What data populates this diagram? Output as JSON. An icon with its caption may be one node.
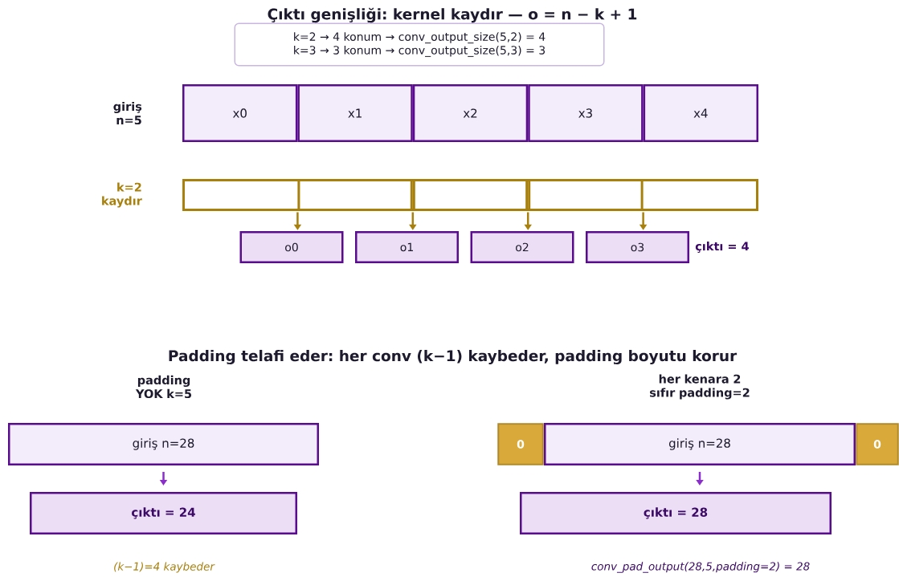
{
  "diagram": {
    "title": "Çıktı genişliği: kernel kaydır — o = n − k + 1",
    "nodes": [
      {
        "text": [
          "k=2  →  4 konum  →  conv_output_size(5,2) = 4",
          "k=3  →  3 konum  →  conv_output_size(5,3) = 3"
        ]
      },
      {
        "text": [
          "x0"
        ]
      },
      {
        "text": [
          "x1"
        ]
      },
      {
        "text": [
          "x2"
        ]
      },
      {
        "text": [
          "x3"
        ]
      },
      {
        "text": [
          "x4"
        ]
      },
      {
        "text": [],
        "shape": "box"
      },
      {
        "text": [],
        "shape": "box"
      },
      {
        "text": [],
        "shape": "box"
      },
      {
        "text": [],
        "shape": "box"
      },
      {
        "text": [
          "o0"
        ]
      },
      {
        "text": [
          "o1"
        ]
      },
      {
        "text": [
          "o2"
        ]
      },
      {
        "text": [
          "o3"
        ]
      },
      {
        "text": [
          "giriş n=28"
        ]
      },
      {
        "text": [
          "çıktı = 24"
        ]
      },
      {
        "text": [
          "0"
        ]
      },
      {
        "text": [
          "giriş n=28"
        ]
      },
      {
        "text": [
          "0"
        ]
      },
      {
        "text": [
          "çıktı = 28"
        ]
      }
    ],
    "edges": [
      {
        "from": 6,
        "to": 10,
        "arrow": "to",
        "color": "#a8800e"
      },
      {
        "from": 7,
        "to": 11,
        "arrow": "to",
        "color": "#a8800e"
      },
      {
        "from": 8,
        "to": 12,
        "arrow": "to",
        "color": "#a8800e"
      },
      {
        "from": 9,
        "to": 13,
        "arrow": "to",
        "color": "#a8800e"
      },
      {
        "from": 14,
        "to": 15,
        "arrow": "to",
        "color": "#8a2fc9"
      },
      {
        "from": 17,
        "to": 19,
        "arrow": "to",
        "color": "#8a2fc9"
      }
    ],
    "labels": [
      "giriş n=5",
      "k=2 kaydır",
      "çıktı = 4",
      "Padding telafi eder: her conv (k−1) kaybeder, padding boyutu korur",
      "padding YOK k=5",
      "her kenara 2 sıfır padding=2",
      "(k−1)=4 kaybeder",
      "conv_pad_output(28,5,padding=2) = 28"
    ]
  }
}
